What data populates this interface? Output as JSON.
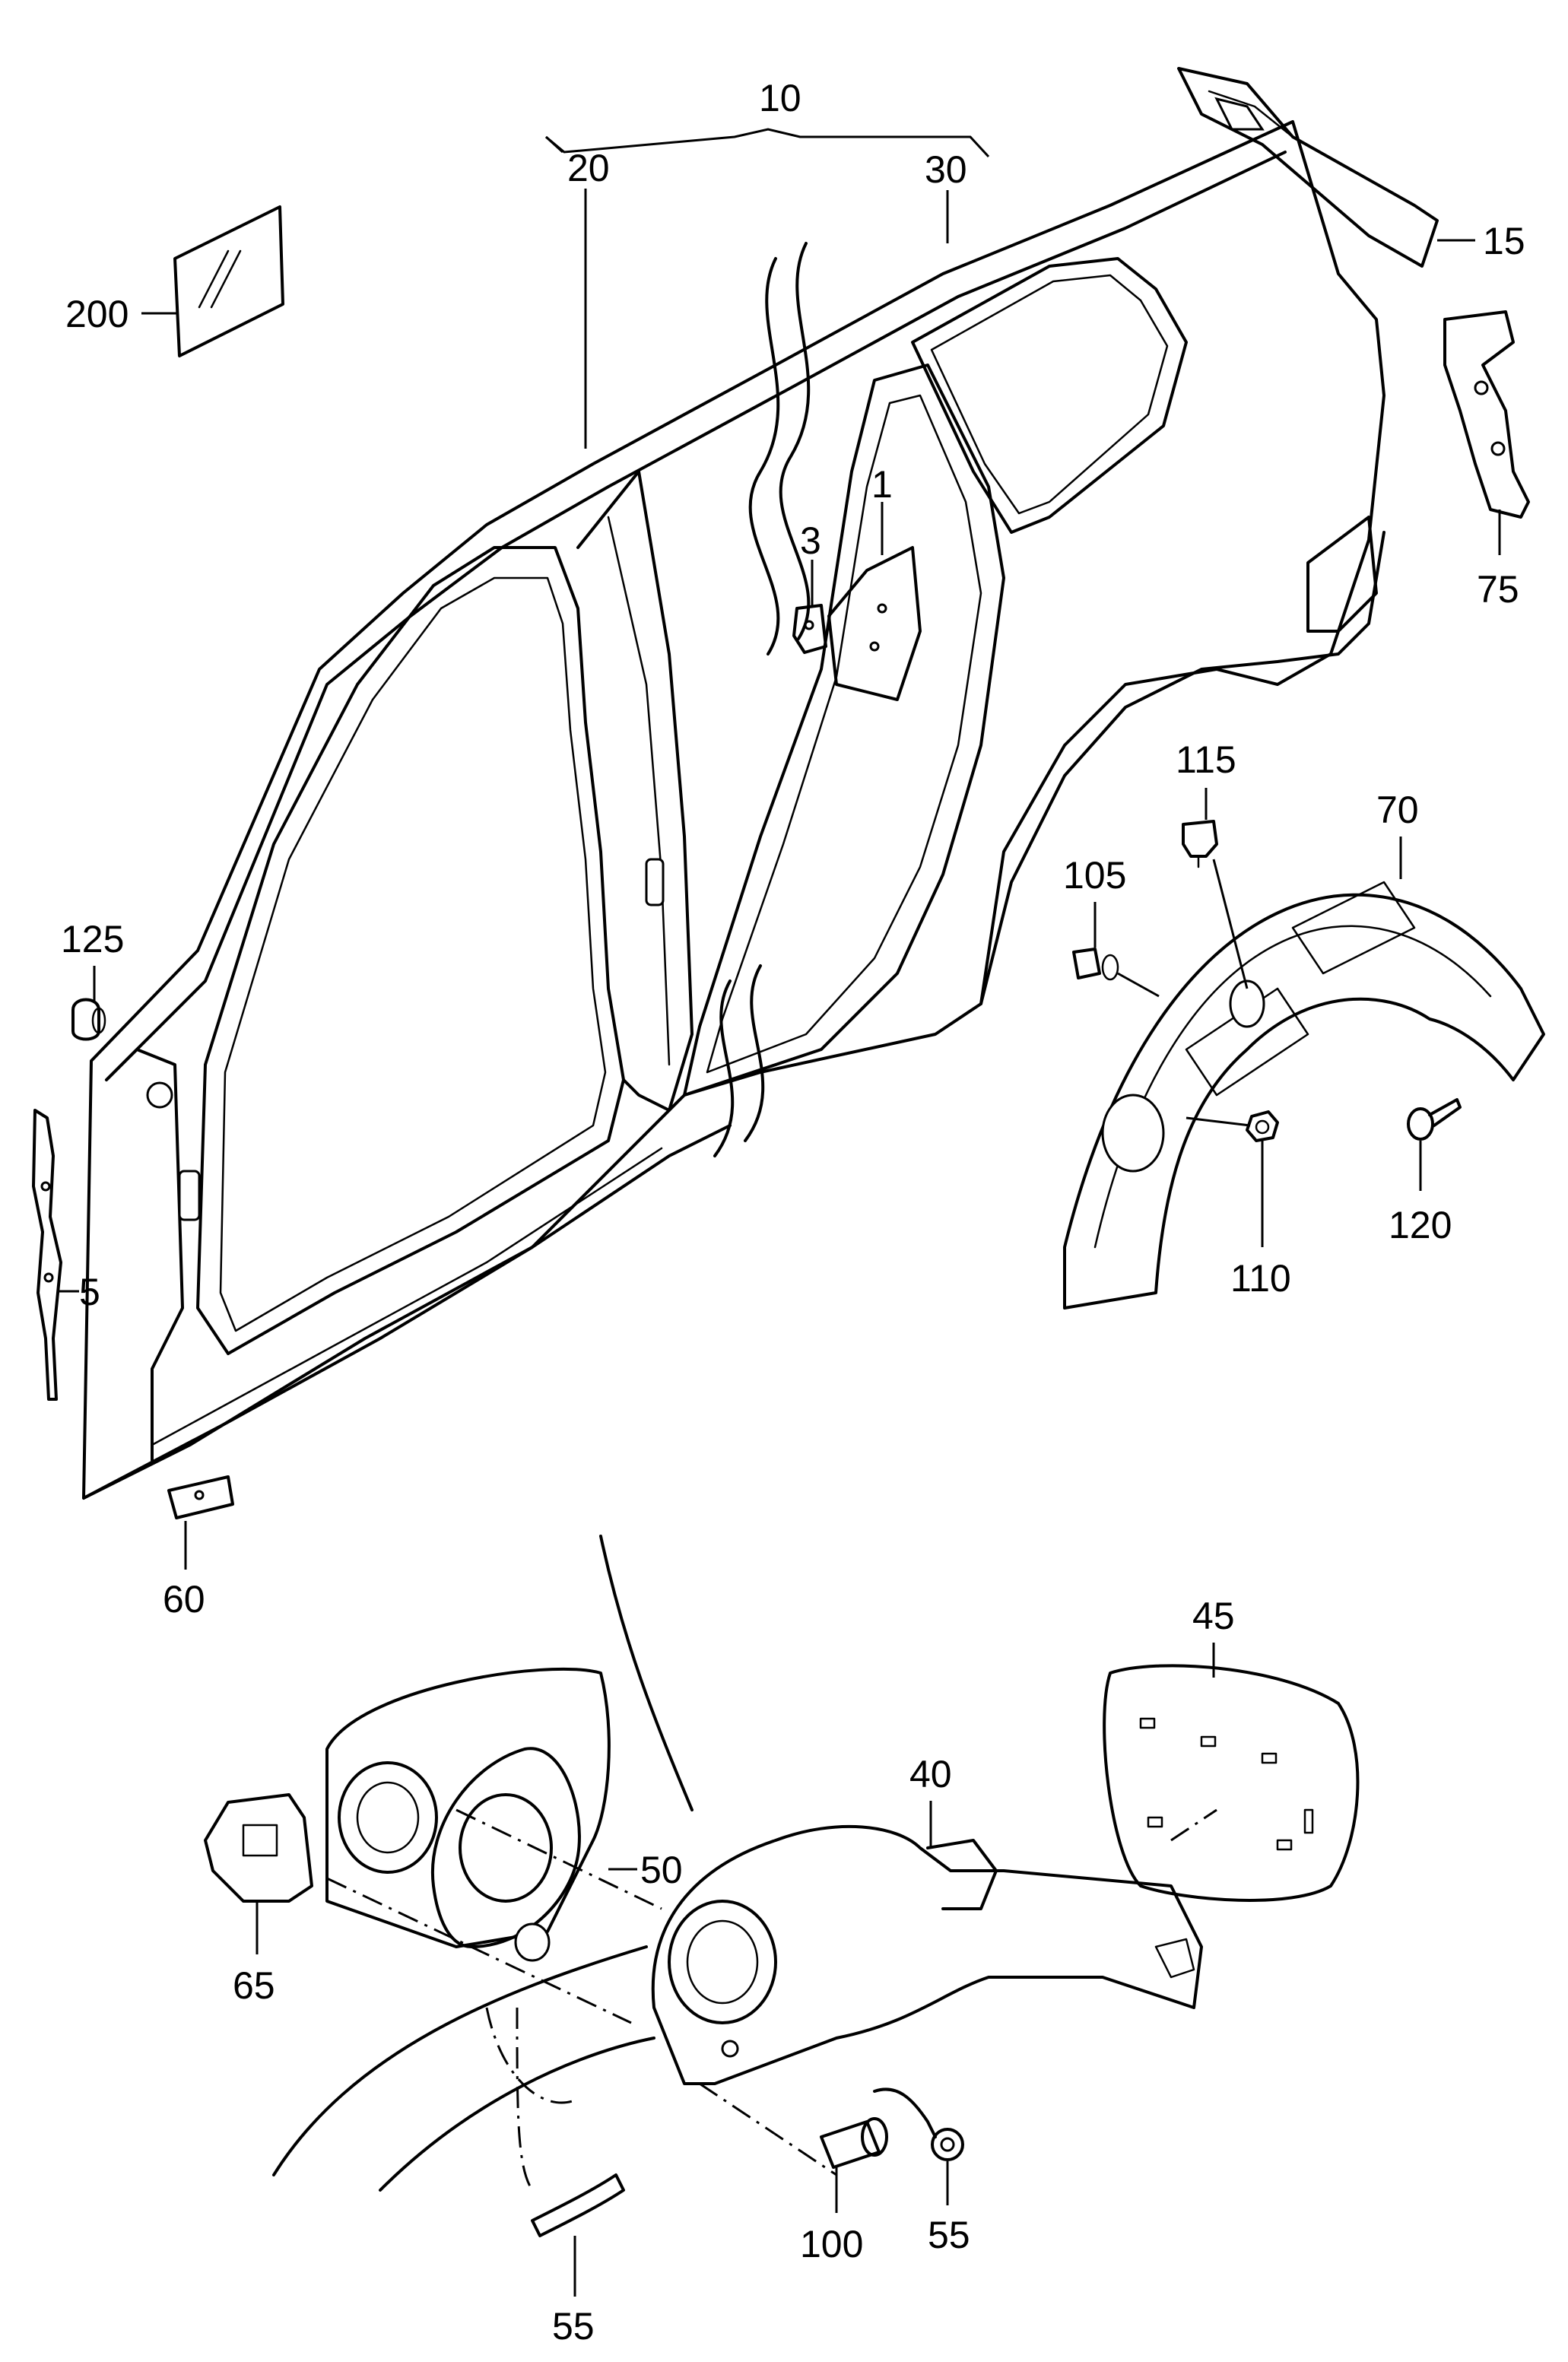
{
  "callouts": {
    "c10": "10",
    "c20": "20",
    "c30": "30",
    "c15": "15",
    "c200": "200",
    "c1": "1",
    "c3": "3",
    "c75": "75",
    "c115": "115",
    "c70": "70",
    "c105": "105",
    "c125": "125",
    "c5": "5",
    "c120": "120",
    "c110": "110",
    "c60": "60",
    "c45": "45",
    "c40": "40",
    "c50": "50",
    "c65": "65",
    "c100": "100",
    "c55a": "55",
    "c55b": "55"
  }
}
